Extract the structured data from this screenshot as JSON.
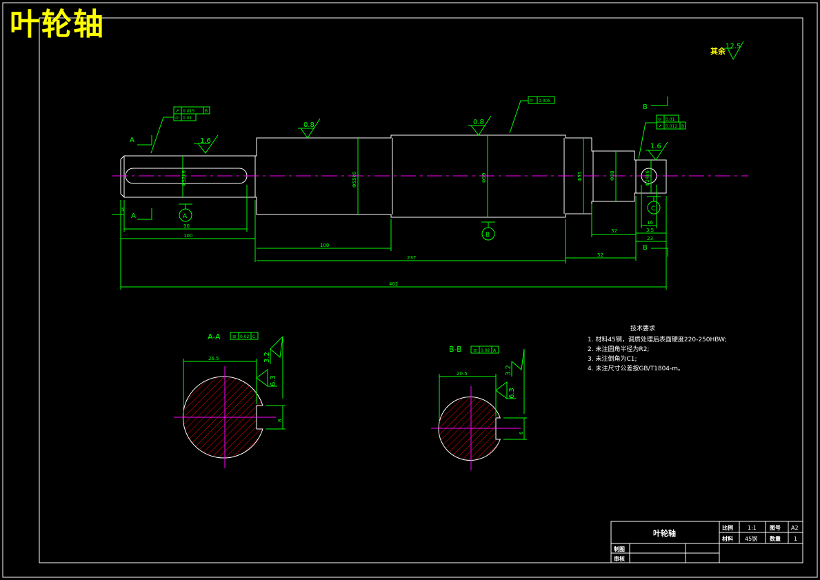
{
  "title": "叶轮轴",
  "roughness_note": {
    "prefix": "其余",
    "value": "12.5"
  },
  "tech_requirements": {
    "heading": "技术要求",
    "items": [
      "1. 材料45钢，调质处理后表面硬度220-250HBW;",
      "2. 未注圆角半径为R2;",
      "3. 未注倒角为C1;",
      "4. 未注尺寸公差按GB/T1804-m。"
    ]
  },
  "main_view": {
    "section_marks": {
      "a": "A",
      "b": "B"
    },
    "datums": {
      "a": "A",
      "b": "B",
      "c": "C"
    },
    "roughness": [
      "1.6",
      "0.8",
      "0.8",
      "1.6"
    ],
    "diameters": [
      "Φ32k6",
      "Φ55k6",
      "Φ59",
      "Φ55",
      "Φ38",
      "Φ24k6"
    ],
    "dimensions": {
      "d5": "5",
      "d90": "90",
      "d100a": "100",
      "d100b": "100",
      "d237": "237",
      "d52": "52",
      "d32": "32",
      "d16": "16",
      "d35": "3.5",
      "d23": "23",
      "d402": "402"
    },
    "tolerances": {
      "t1a": "0.015",
      "t1a_ref": "B",
      "t1b": "0.01",
      "t2": "0.005",
      "t3a": "0.01",
      "t3b": "0.012",
      "t3b_ref": "B"
    }
  },
  "section_aa": {
    "label": "A-A",
    "tol_value": "0.02",
    "tol_ref": "C",
    "width_dim": "26.5",
    "depth_dim": "8",
    "r_top": "3.2",
    "r_side": "6.3"
  },
  "section_bb": {
    "label": "B-B",
    "tol_value": "0.02",
    "tol_ref": "A",
    "width_dim": "20.5",
    "depth_dim": "6",
    "r_top": "3.2",
    "r_side": "6.3"
  },
  "title_block": {
    "name": "叶轮轴",
    "scale_label": "比例",
    "scale_value": "1:1",
    "drawing_no_label": "图号",
    "drawing_no_value": "A2",
    "material_label": "材料",
    "material_value": "45钢",
    "qty_label": "数量",
    "qty_value": "1",
    "drawn_label": "制图",
    "checked_label": "审核"
  },
  "colors": {
    "outline": "#ffffff",
    "dimension": "#00ff00",
    "centerline": "#ff00ff",
    "hatch": "#ff0000",
    "title": "#ffff00",
    "background": "#000000"
  }
}
